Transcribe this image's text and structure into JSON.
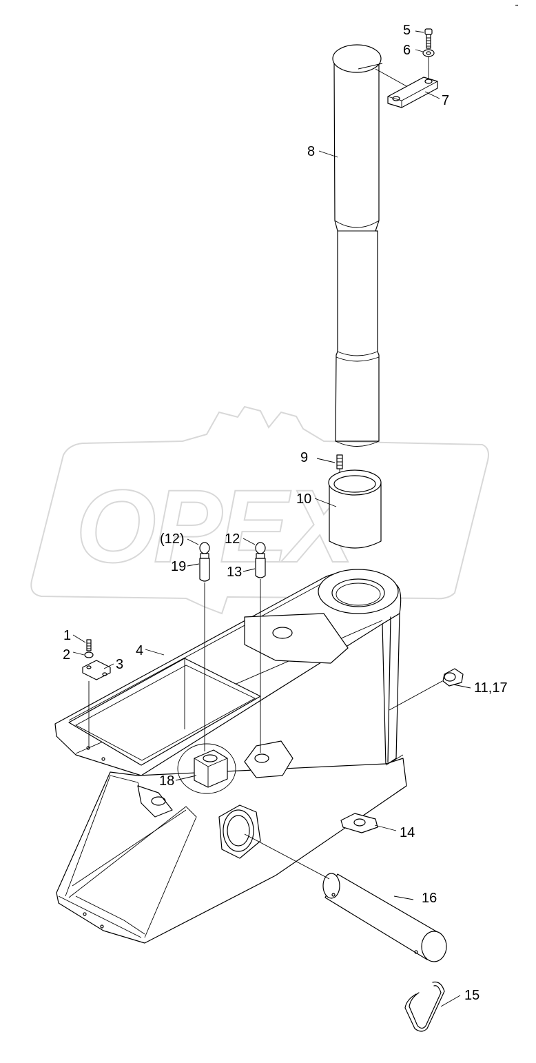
{
  "watermark": {
    "text": "OPEX"
  },
  "corner_mark": "••",
  "callouts": [
    {
      "id": "c1",
      "text": "1"
    },
    {
      "id": "c2",
      "text": "2"
    },
    {
      "id": "c3",
      "text": "3"
    },
    {
      "id": "c4",
      "text": "4"
    },
    {
      "id": "c5",
      "text": "5"
    },
    {
      "id": "c6",
      "text": "6"
    },
    {
      "id": "c7",
      "text": "7"
    },
    {
      "id": "c8",
      "text": "8"
    },
    {
      "id": "c9",
      "text": "9"
    },
    {
      "id": "c10",
      "text": "10"
    },
    {
      "id": "c11",
      "text": "11,17"
    },
    {
      "id": "c12a",
      "text": "(12)"
    },
    {
      "id": "c12b",
      "text": "12"
    },
    {
      "id": "c13",
      "text": "13"
    },
    {
      "id": "c14",
      "text": "14"
    },
    {
      "id": "c15",
      "text": "15"
    },
    {
      "id": "c16",
      "text": "16"
    },
    {
      "id": "c18",
      "text": "18"
    },
    {
      "id": "c19",
      "text": "19"
    }
  ]
}
